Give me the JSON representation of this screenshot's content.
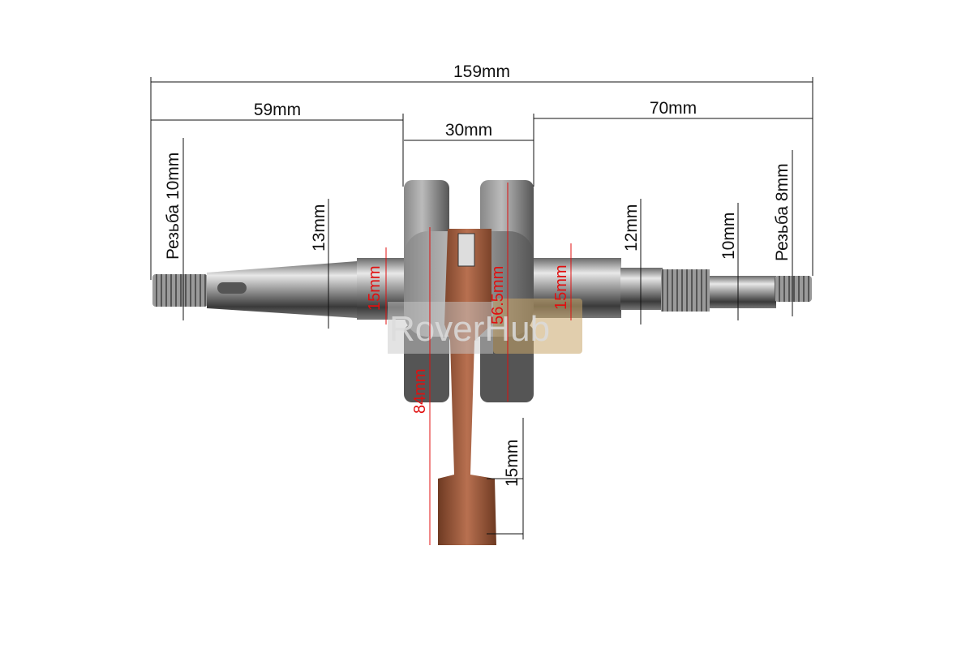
{
  "dimensions": {
    "total_length": "159mm",
    "left_shaft_length": "59mm",
    "crank_width": "30mm",
    "right_shaft_length": "70mm",
    "left_thread": "Резьба 10mm",
    "left_shaft_diameter": "13mm",
    "left_bearing_diameter": "15mm",
    "web_diameter": "56.5mm",
    "right_bearing_diameter": "15mm",
    "right_shaft_diameter": "12mm",
    "right_thread_shaft_diameter": "10mm",
    "right_thread": "Резьба 8mm",
    "rod_length": "84mm",
    "small_end_diameter": "15mm"
  },
  "watermark": "RoverHub",
  "colors": {
    "dimension_line": "#111111",
    "red_annotation": "#e01010",
    "copper": "#a0603a",
    "steel": "#9a9a9a"
  }
}
